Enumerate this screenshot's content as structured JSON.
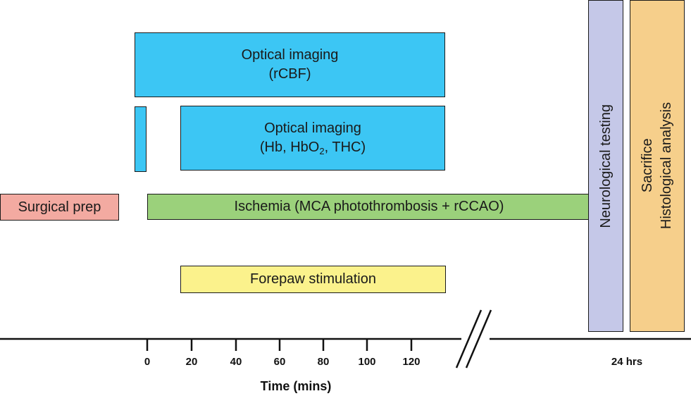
{
  "colors": {
    "optical": "#3cc6f4",
    "ischemia": "#9bd17b",
    "surgical": "#f3aaa1",
    "forepaw": "#fbf28c",
    "neuro": "#c5c8e8",
    "sacrifice": "#f6cf8b"
  },
  "boxes": {
    "optical_rcbf": {
      "line1": "Optical imaging",
      "line2": "(rCBF)"
    },
    "optical_hb": {
      "line1": "Optical imaging",
      "line2_a": "(Hb, HbO",
      "line2_sub": "2",
      "line2_b": ", THC)"
    },
    "surgical": "Surgical prep",
    "ischemia": "Ischemia (MCA photothrombosis + rCCAO)",
    "forepaw": "Forepaw stimulation",
    "neuro": "Neurological testing",
    "sacrifice": {
      "line1": "Sacrifice",
      "line2": "Histological analysis"
    }
  },
  "axis": {
    "title": "Time (mins)",
    "ticks": [
      "0",
      "20",
      "40",
      "60",
      "80",
      "100",
      "120"
    ],
    "end_label": "24 hrs"
  }
}
